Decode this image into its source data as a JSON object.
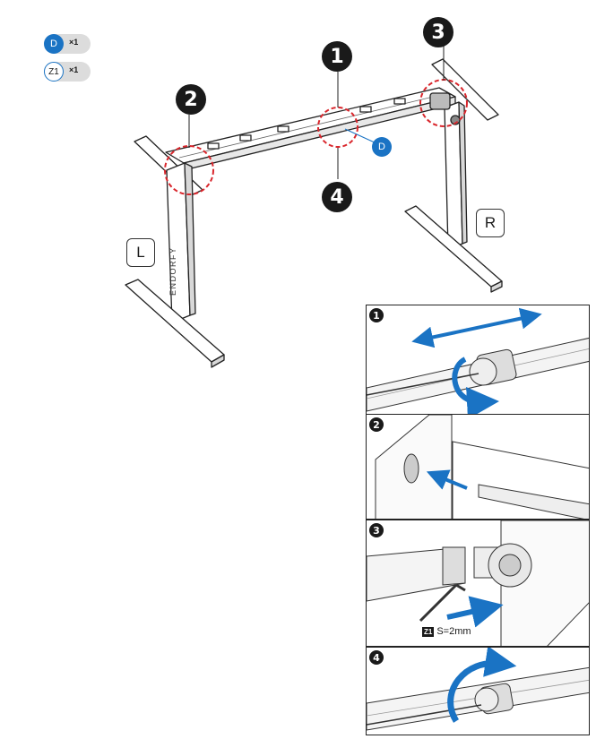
{
  "parts": [
    {
      "code": "D",
      "qty": "×1",
      "style": "filled"
    },
    {
      "code": "Z1",
      "qty": "×1",
      "style": "outline"
    }
  ],
  "callouts": {
    "one": "1",
    "two": "2",
    "three": "3",
    "four": "4"
  },
  "part_callout": "D",
  "sides": {
    "left": "L",
    "right": "R"
  },
  "brand": "ENDORFY",
  "panels": [
    {
      "step": "1"
    },
    {
      "step": "2"
    },
    {
      "step": "3",
      "tool_code": "Z1",
      "tool_spec": "S=2mm"
    },
    {
      "step": "4"
    }
  ],
  "colors": {
    "accent": "#1a73c4",
    "highlight": "#d9262c",
    "ink": "#1a1a1a"
  }
}
